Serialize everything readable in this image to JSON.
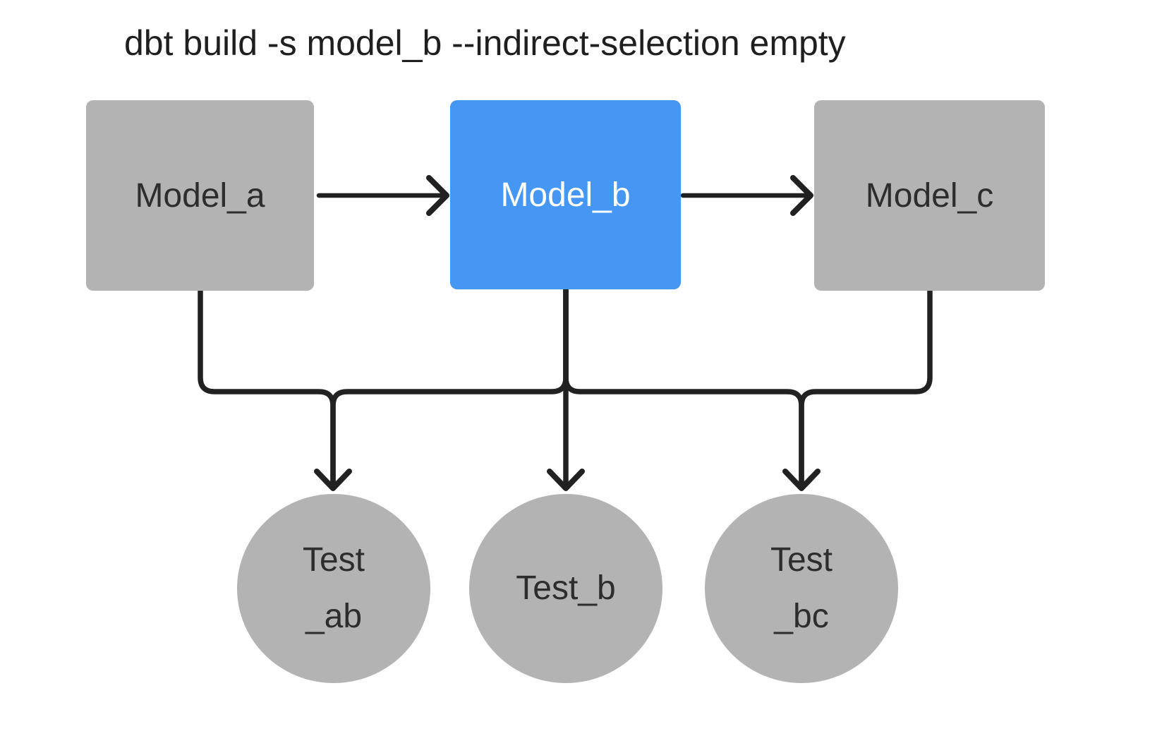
{
  "title": "dbt build -s model_b --indirect-selection empty",
  "colors": {
    "background": "#ffffff",
    "title_text": "#1f1f1f",
    "node_gray": "#b3b3b3",
    "node_selected": "#4696f3",
    "node_text": "#2d2d2d",
    "node_selected_text": "#ffffff",
    "edge": "#212121"
  },
  "nodes": {
    "model_a": {
      "label": "Model_a",
      "kind": "model",
      "selected": false
    },
    "model_b": {
      "label": "Model_b",
      "kind": "model",
      "selected": true
    },
    "model_c": {
      "label": "Model_c",
      "kind": "model",
      "selected": false
    },
    "test_ab": {
      "label_lines": [
        "Test",
        "_ab"
      ],
      "kind": "test",
      "selected": false
    },
    "test_b": {
      "label_lines": [
        "Test_b"
      ],
      "kind": "test",
      "selected": false
    },
    "test_bc": {
      "label_lines": [
        "Test",
        "_bc"
      ],
      "kind": "test",
      "selected": false
    }
  },
  "edges": [
    {
      "from": "model_a",
      "to": "model_b"
    },
    {
      "from": "model_b",
      "to": "model_c"
    },
    {
      "from": "model_a",
      "to": "test_ab"
    },
    {
      "from": "model_b",
      "to": "test_ab"
    },
    {
      "from": "model_b",
      "to": "test_b"
    },
    {
      "from": "model_b",
      "to": "test_bc"
    },
    {
      "from": "model_c",
      "to": "test_bc"
    }
  ]
}
